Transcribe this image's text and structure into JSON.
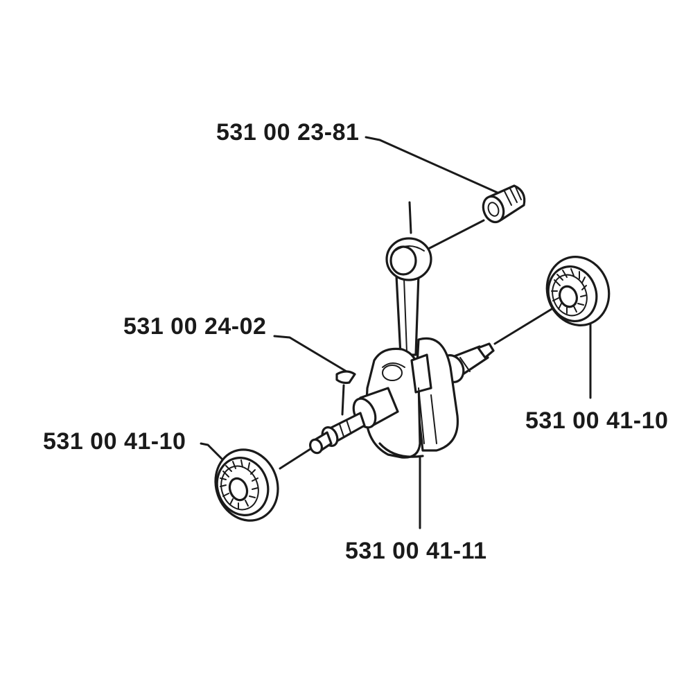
{
  "parts": [
    {
      "id": "needle-bearing",
      "part_number": "531 00 23-81"
    },
    {
      "id": "woodruff-key",
      "part_number": "531 00 24-02"
    },
    {
      "id": "ball-bearing-right",
      "part_number": "531 00 41-10"
    },
    {
      "id": "ball-bearing-left",
      "part_number": "531 00 41-10"
    },
    {
      "id": "crankshaft",
      "part_number": "531 00 41-11"
    }
  ],
  "colors": {
    "ink": "#1a1a1a",
    "background": "#ffffff"
  }
}
